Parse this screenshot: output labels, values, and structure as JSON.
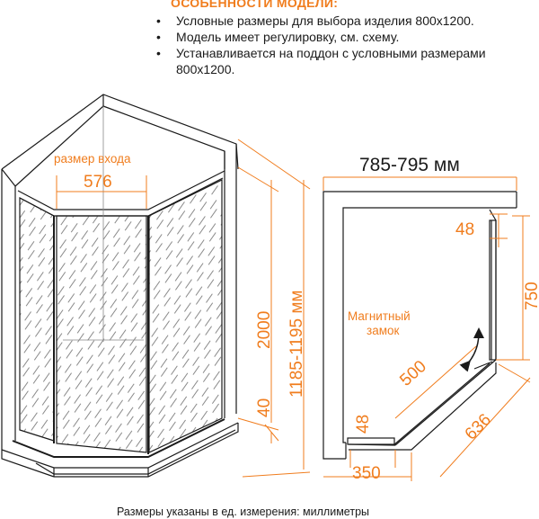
{
  "header": {
    "title": "ОСОБЕННОСТИ МОДЕЛИ:",
    "features": [
      "Условные размеры для выбора изделия 800x1200.",
      "Модель имеет регулировку, см. схему.",
      "Устанавливается на поддон с условными размерами 800x1200."
    ]
  },
  "perspective_view": {
    "entrance_label": "размер входа",
    "entrance_width": "576",
    "height": "2000",
    "height_range": "1185-1195 мм",
    "tray_height": "40"
  },
  "plan_view": {
    "width_range": "785-795 мм",
    "dim_48_top": "48",
    "dim_750": "750",
    "magnet_label": "Магнитный замок",
    "dim_500": "500",
    "dim_48_bottom": "48",
    "dim_636": "636",
    "dim_350": "350"
  },
  "footer": "Размеры указаны в ед. измерения: миллиметры",
  "colors": {
    "accent": "#f07d1e",
    "line": "#1a1a1a"
  }
}
